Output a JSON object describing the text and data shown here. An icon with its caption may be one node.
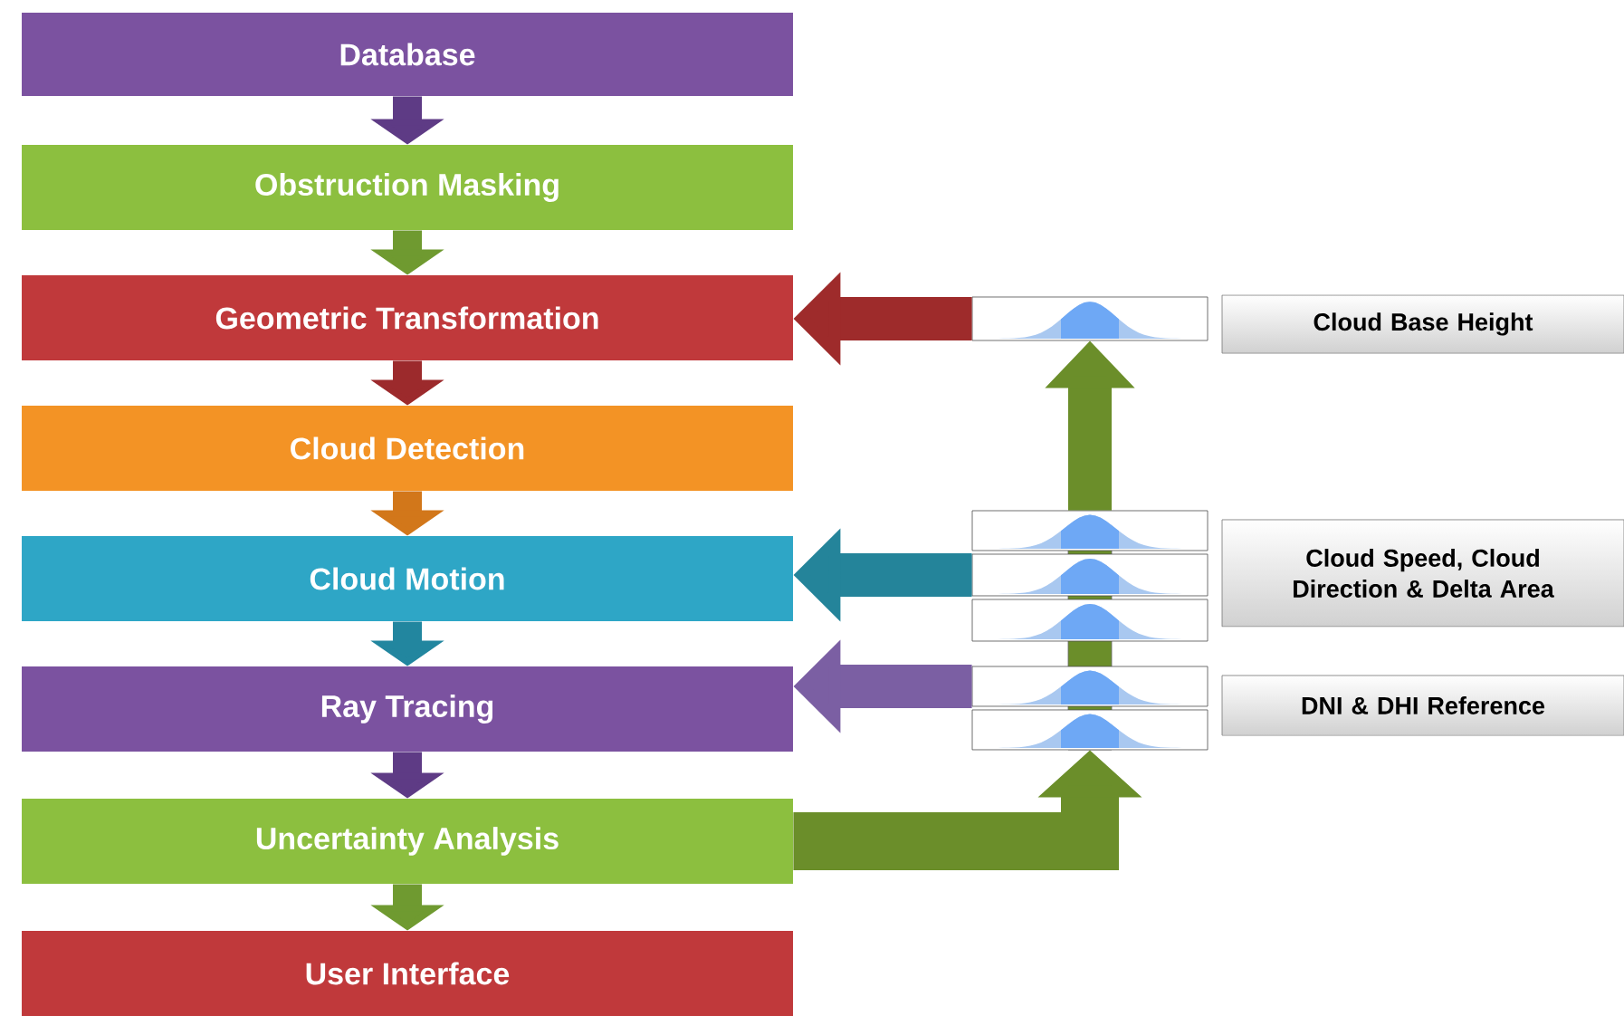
{
  "diagram": {
    "nodes": [
      {
        "text": [
          "Database"
        ]
      },
      {
        "text": [
          "Obstruction Masking"
        ]
      },
      {
        "text": [
          "Geometric Transformation"
        ]
      },
      {
        "text": [
          "Cloud Detection"
        ]
      },
      {
        "text": [
          "Cloud Motion"
        ]
      },
      {
        "text": [
          "Ray Tracing"
        ]
      },
      {
        "text": [
          "Uncertainty Analysis"
        ]
      },
      {
        "text": [
          "User Interface"
        ]
      },
      {
        "text": [],
        "shape": "box"
      },
      {
        "text": [],
        "shape": "box"
      },
      {
        "text": [],
        "shape": "box"
      },
      {
        "text": [],
        "shape": "box"
      },
      {
        "text": [],
        "shape": "box"
      },
      {
        "text": [],
        "shape": "box"
      },
      {
        "text": [
          "Cloud Base Height"
        ]
      },
      {
        "text": [
          "Cloud Speed, Cloud Direction & Delta Area"
        ]
      },
      {
        "text": [
          "DNI & DHI Reference"
        ]
      }
    ],
    "edges": [
      {
        "from": 0,
        "to": 1,
        "arrow": "to",
        "color": "#5e3b85"
      },
      {
        "from": 1,
        "to": 2,
        "arrow": "to",
        "color": "#6f9a30"
      },
      {
        "from": 2,
        "to": 3,
        "arrow": "to",
        "color": "#9c2a2c"
      },
      {
        "from": 3,
        "to": 4,
        "arrow": "to",
        "color": "#d2771a"
      },
      {
        "from": 4,
        "to": 5,
        "arrow": "to",
        "color": "#22869f"
      },
      {
        "from": 5,
        "to": 6,
        "arrow": "to",
        "color": "#5e3b85"
      },
      {
        "from": 6,
        "to": 7,
        "arrow": "to",
        "color": "#6f9a30"
      },
      {
        "from": 8,
        "to": 2,
        "arrow": "to",
        "color": "#9e2b2b"
      },
      {
        "from": 10,
        "to": 4,
        "arrow": "to",
        "color": "#24849a"
      },
      {
        "from": 12,
        "to": 5,
        "arrow": "to",
        "color": "#7b5fa3"
      },
      {
        "from": 6,
        "to": 13,
        "arrow": "to",
        "style": "thick",
        "color": "#6b8e2a"
      },
      {
        "from": 9,
        "to": 8,
        "arrow": "to",
        "color": "#6b8e2a"
      }
    ]
  }
}
